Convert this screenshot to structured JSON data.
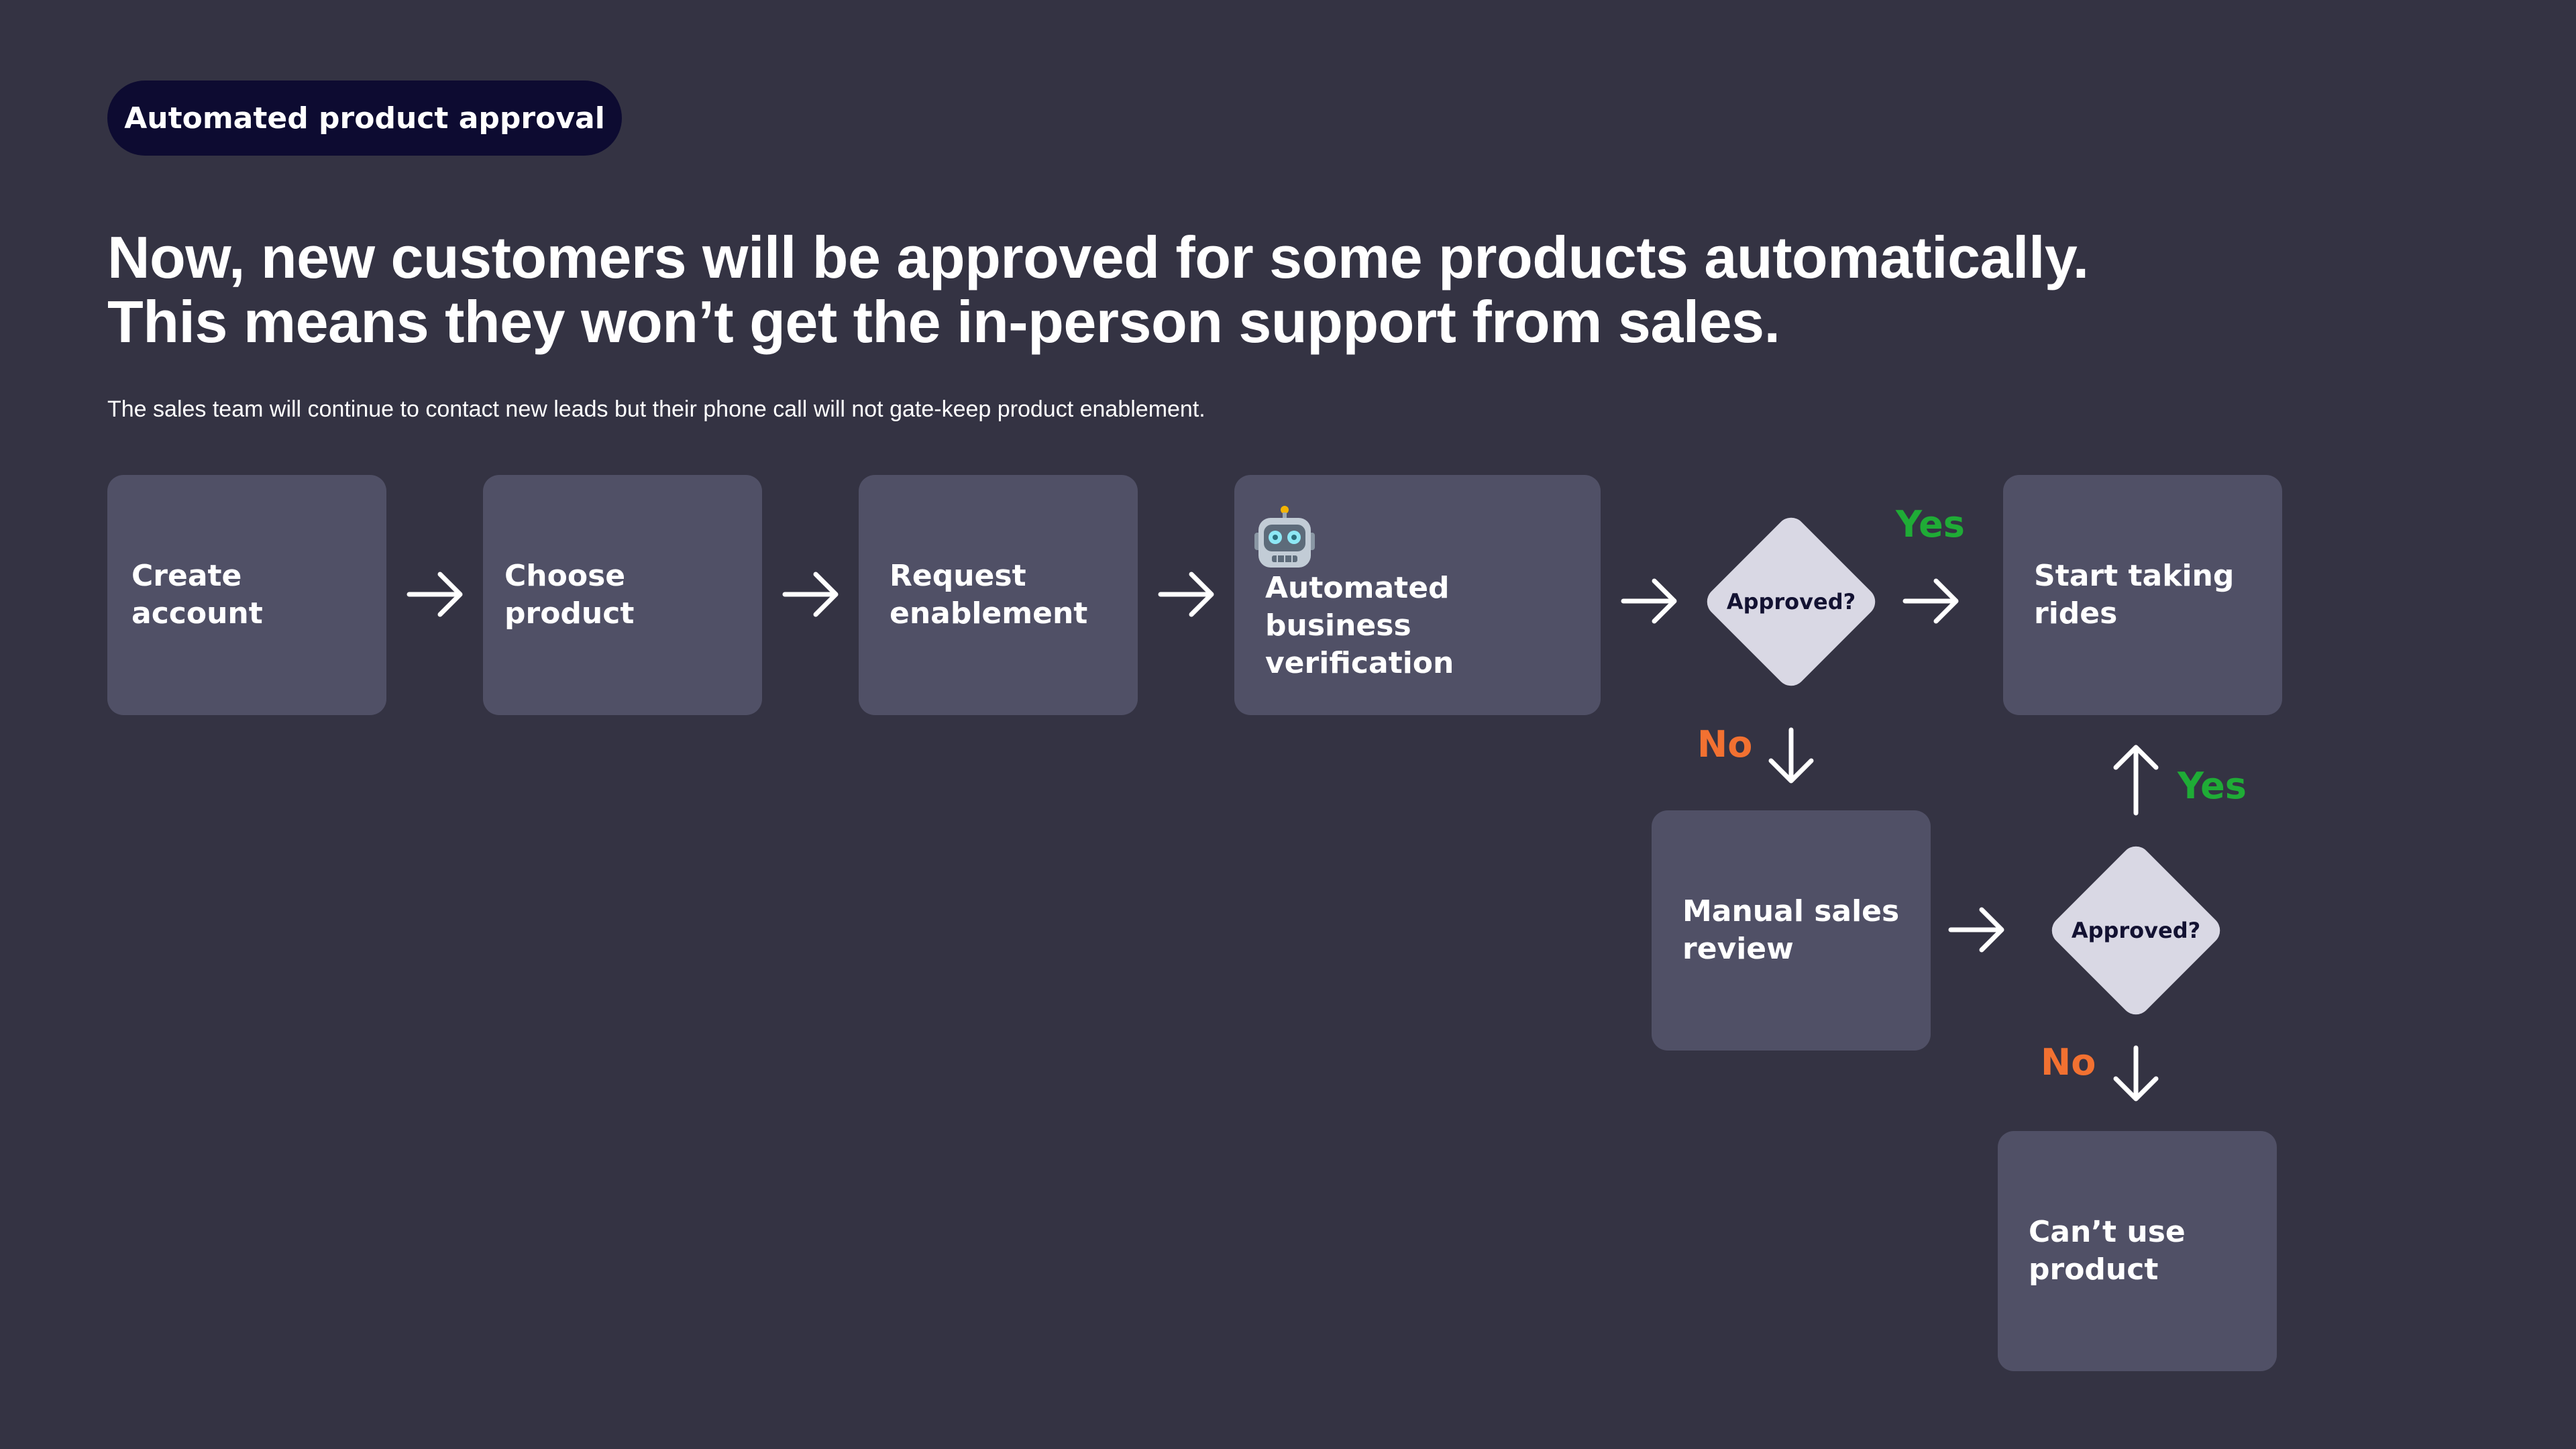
{
  "tag": {
    "label": "Automated product approval"
  },
  "headline": {
    "line1": "Now, new customers will be approved for some products automatically.",
    "line2": "This means they won’t get the in-person support from sales."
  },
  "subtext": "The sales team will continue to contact new leads but their phone call will not gate-keep product enablement.",
  "flow": {
    "steps": [
      {
        "label": "Create account"
      },
      {
        "label": "Choose product"
      },
      {
        "label": "Request\nenablement"
      },
      {
        "label": "Automated business\nverification",
        "icon": "robot-icon"
      },
      {
        "label": "Start taking\nrides"
      },
      {
        "label": "Manual sales\nreview"
      },
      {
        "label": "Can’t use\nproduct"
      }
    ],
    "decisions": [
      {
        "label": "Approved?"
      },
      {
        "label": "Approved?"
      }
    ],
    "outcomes": {
      "yes": "Yes",
      "no": "No"
    }
  },
  "colors": {
    "background": "#343343",
    "box": "#505066",
    "pill": "#0d0b31",
    "diamond": "#d9d8e4",
    "yes": "#1fac36",
    "no": "#f27131"
  }
}
